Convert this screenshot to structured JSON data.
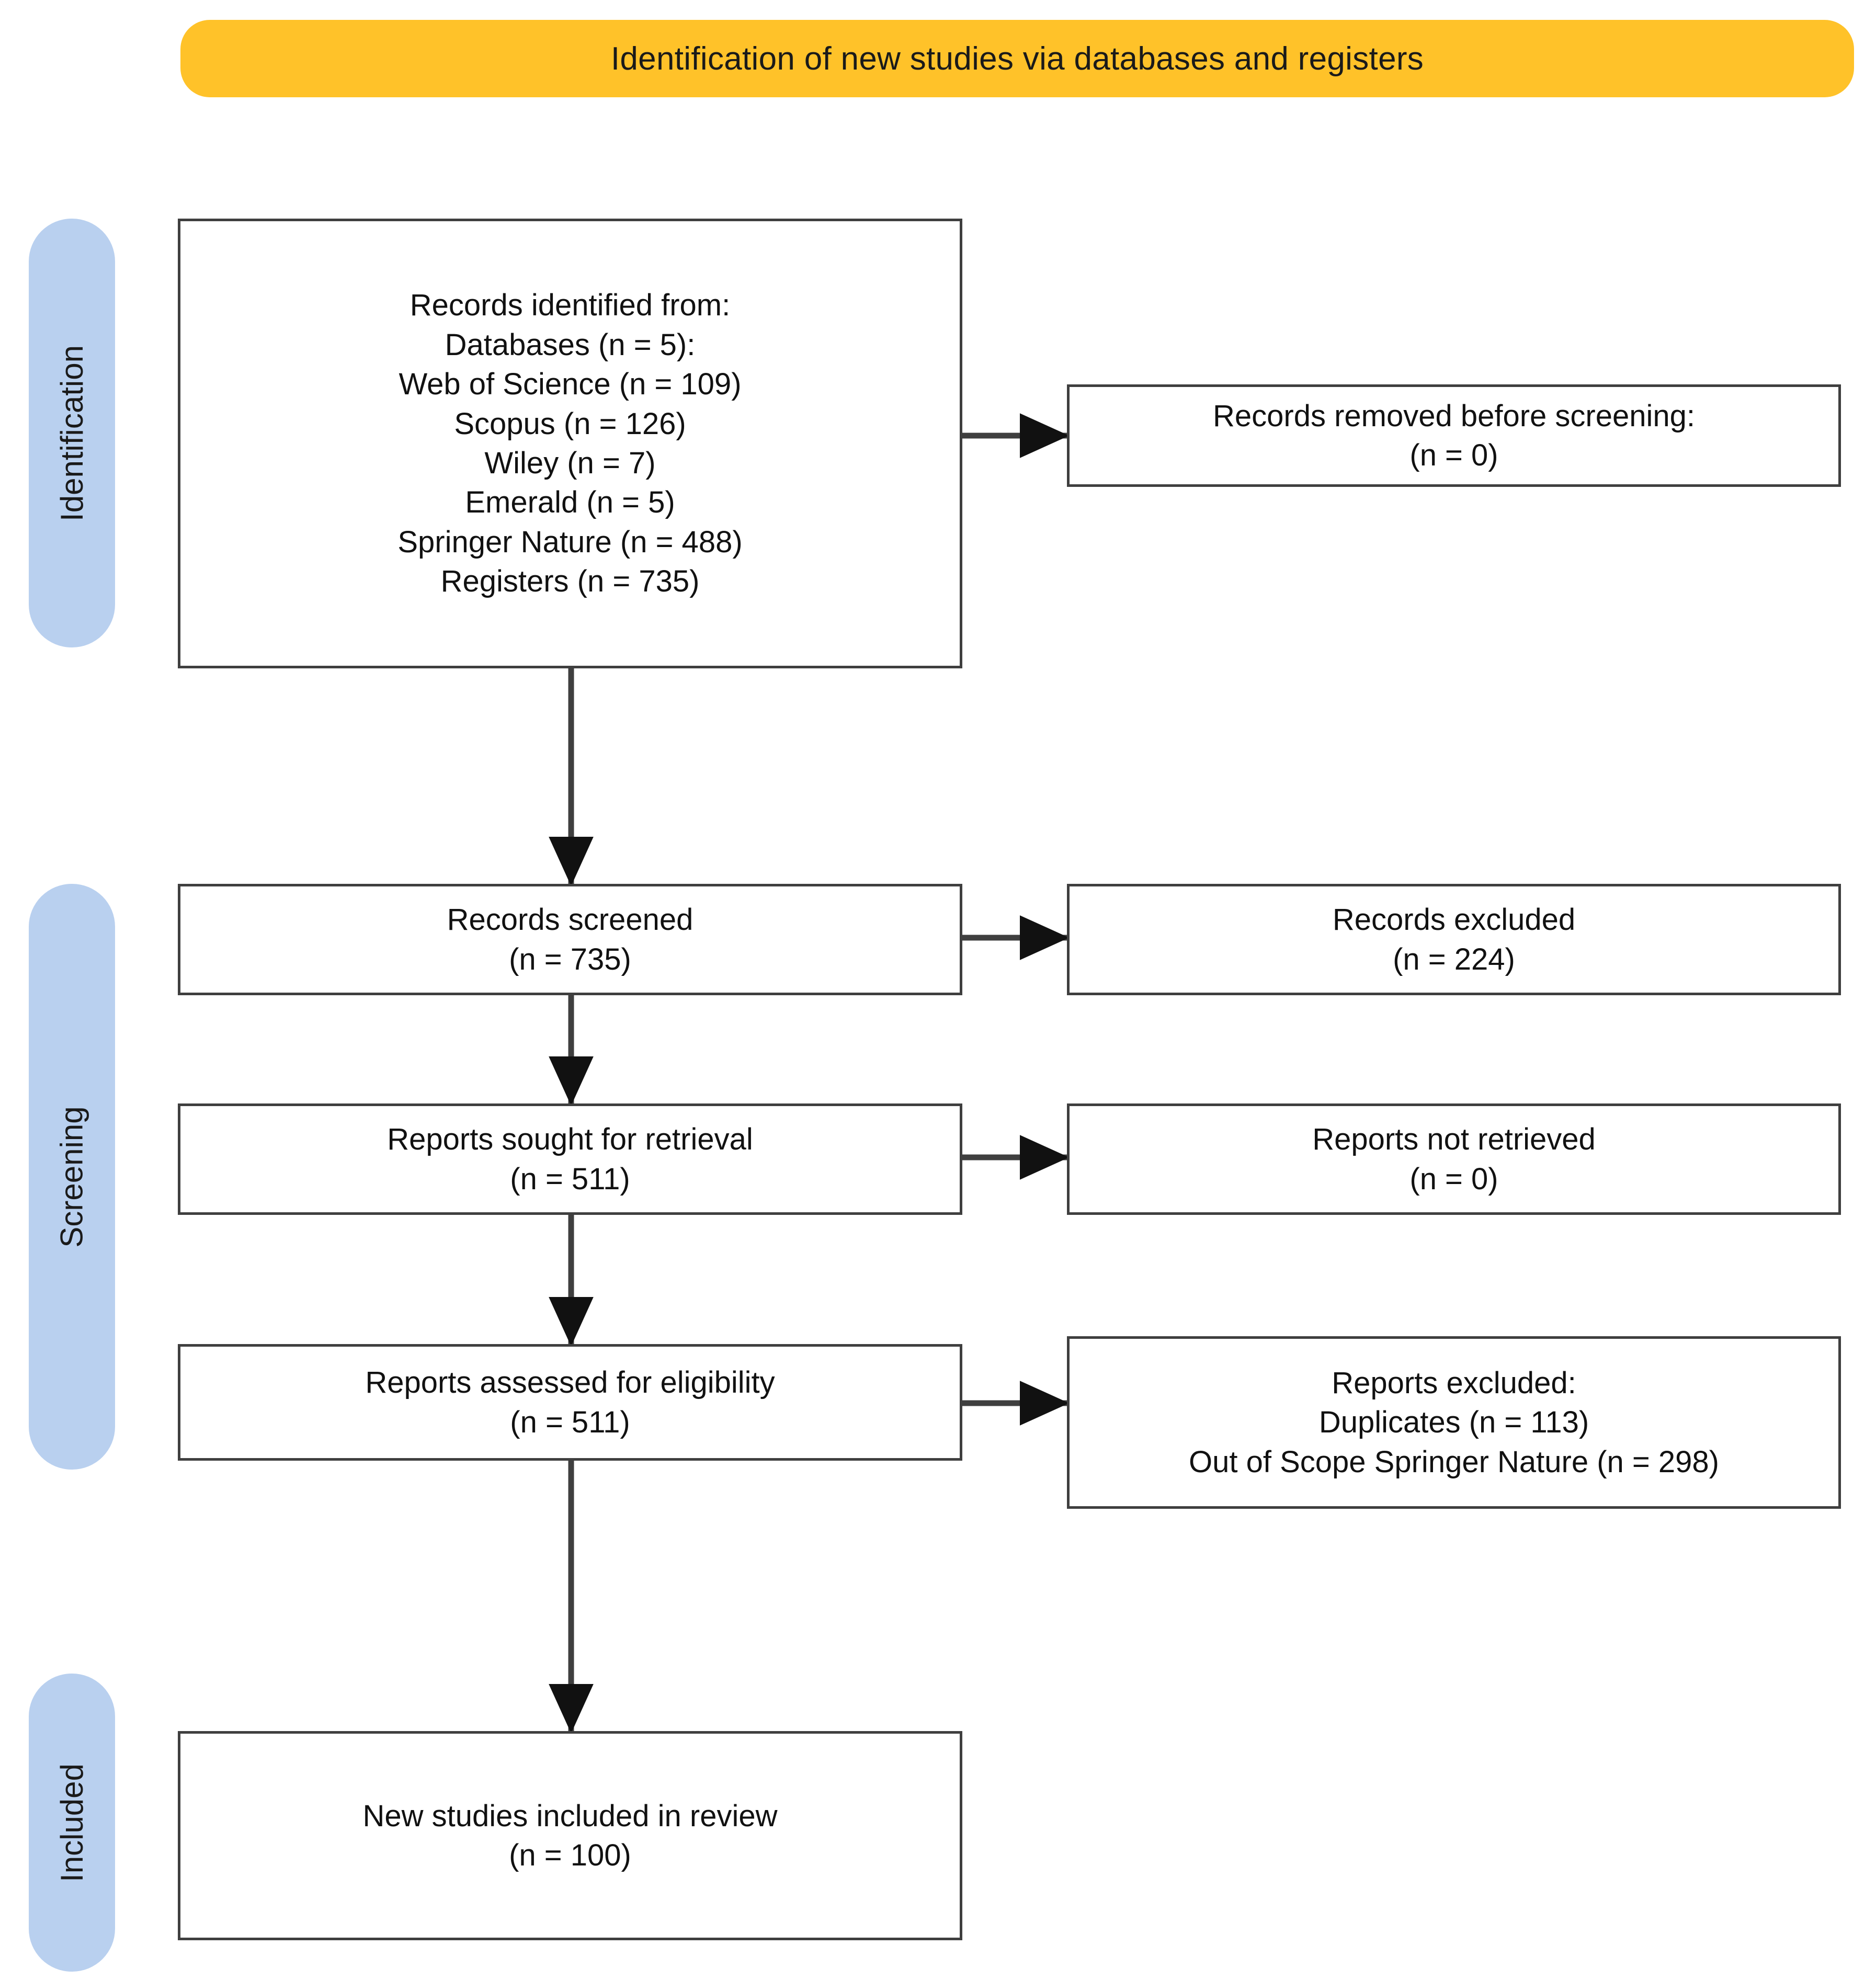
{
  "banner": {
    "title": "Identification of new studies via databases and registers",
    "color": "#FFC229"
  },
  "stages": {
    "color": "#B9D0EF",
    "identification": "Identification",
    "screening": "Screening",
    "included": "Included"
  },
  "boxes": {
    "identified": {
      "lines": [
        "Records identified from:",
        "Databases (n = 5):",
        "Web of Science (n = 109)",
        "Scopus (n = 126)",
        "Wiley (n = 7)",
        "Emerald (n = 5)",
        "Springer Nature (n = 488)",
        "Registers (n = 735)"
      ]
    },
    "removed_before_screening": {
      "lines": [
        "Records removed before screening:",
        "(n = 0)"
      ]
    },
    "records_screened": {
      "lines": [
        "Records screened",
        "(n = 735)"
      ]
    },
    "records_excluded": {
      "lines": [
        "Records excluded",
        "(n = 224)"
      ]
    },
    "reports_sought": {
      "lines": [
        "Reports sought for retrieval",
        "(n = 511)"
      ]
    },
    "reports_not_retrieved": {
      "lines": [
        "Reports not retrieved",
        "(n = 0)"
      ]
    },
    "reports_assessed": {
      "lines": [
        "Reports assessed for eligibility",
        "(n = 511)"
      ]
    },
    "reports_excluded": {
      "lines": [
        "Reports excluded:",
        "Duplicates (n = 113)",
        "Out of Scope Springer Nature (n = 298)"
      ]
    },
    "included_studies": {
      "lines": [
        "New studies included in review",
        "(n = 100)"
      ]
    }
  },
  "chart_data": {
    "type": "diagram",
    "title": "Identification of new studies via databases and registers",
    "nodes": [
      {
        "id": "identified",
        "stage": "Identification",
        "label": "Records identified from",
        "total_databases": 5,
        "databases": [
          {
            "name": "Web of Science",
            "n": 109
          },
          {
            "name": "Scopus",
            "n": 126
          },
          {
            "name": "Wiley",
            "n": 7
          },
          {
            "name": "Emerald",
            "n": 5
          },
          {
            "name": "Springer Nature",
            "n": 488
          }
        ],
        "registers": 735
      },
      {
        "id": "removed_before_screening",
        "stage": "Identification",
        "label": "Records removed before screening",
        "n": 0
      },
      {
        "id": "records_screened",
        "stage": "Screening",
        "label": "Records screened",
        "n": 735
      },
      {
        "id": "records_excluded",
        "stage": "Screening",
        "label": "Records excluded",
        "n": 224
      },
      {
        "id": "reports_sought",
        "stage": "Screening",
        "label": "Reports sought for retrieval",
        "n": 511
      },
      {
        "id": "reports_not_retrieved",
        "stage": "Screening",
        "label": "Reports not retrieved",
        "n": 0
      },
      {
        "id": "reports_assessed",
        "stage": "Screening",
        "label": "Reports assessed for eligibility",
        "n": 511
      },
      {
        "id": "reports_excluded",
        "stage": "Screening",
        "label": "Reports excluded",
        "reasons": [
          {
            "name": "Duplicates",
            "n": 113
          },
          {
            "name": "Out of Scope Springer Nature",
            "n": 298
          }
        ]
      },
      {
        "id": "included_studies",
        "stage": "Included",
        "label": "New studies included in review",
        "n": 100
      }
    ],
    "edges": [
      {
        "from": "identified",
        "to": "removed_before_screening",
        "direction": "right"
      },
      {
        "from": "identified",
        "to": "records_screened",
        "direction": "down"
      },
      {
        "from": "records_screened",
        "to": "records_excluded",
        "direction": "right"
      },
      {
        "from": "records_screened",
        "to": "reports_sought",
        "direction": "down"
      },
      {
        "from": "reports_sought",
        "to": "reports_not_retrieved",
        "direction": "right"
      },
      {
        "from": "reports_sought",
        "to": "reports_assessed",
        "direction": "down"
      },
      {
        "from": "reports_assessed",
        "to": "reports_excluded",
        "direction": "right"
      },
      {
        "from": "reports_assessed",
        "to": "included_studies",
        "direction": "down"
      }
    ]
  }
}
